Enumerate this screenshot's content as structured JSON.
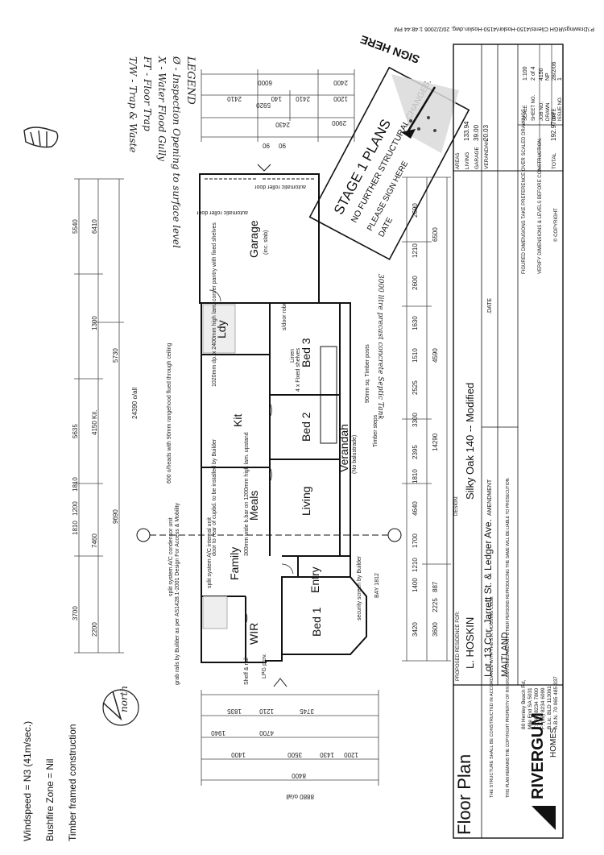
{
  "file_path_header": "P:\\Drawings\\RGH Clients\\4150-Hoskin\\4150-Hoskin.dwg, 20/2/2006 1:48:44 PM",
  "handwritten_legend": {
    "title": "LEGEND",
    "lines": [
      "Ø - Inspection Opening to surface level",
      "X - Water Flood Gully",
      "FT - Floor Trap",
      "T/W - Trap & Waste"
    ]
  },
  "site_notes": {
    "windspeed": "Windspeed = N3 (41m/sec.)",
    "bushfire": "Bushfire Zone = Nil",
    "construction": "Timber framed construction"
  },
  "stamp": {
    "title": "STAGE 1 PLANS",
    "line1": "NO FURTHER STRUCTURAL CHANGES.",
    "line2": "PLEASE SIGN HERE",
    "line3": "DATE",
    "sign_here": "SIGN HERE"
  },
  "rooms": {
    "garage": "Garage",
    "garage_sub": "(inc. slab)",
    "bed3": "Bed 3",
    "bed2": "Bed 2",
    "living": "Living",
    "verandah": "Verandah",
    "verandah_sub": "(No balustrade)",
    "meals": "Meals",
    "kit": "Kit",
    "family": "Family",
    "entry": "Entry",
    "bed1": "Bed 1",
    "wir": "WIR",
    "ldy": "Ldy",
    "linen": "Linen",
    "robe": "s/door robe",
    "north": "north"
  },
  "plan_notes": {
    "pantry": "1020mm dp. x 2400mm high lam. corner pantry with fixed shelves",
    "shelves": "4 x Fixed shelves",
    "rangehood": "600 o/heads with 90mm rangehood flued through ceiling",
    "door_cupbd": "door to rear of cupbd. to be installed by Builder",
    "meals_bar": "300mm wide b.bar on 1200mm high lam. upstand",
    "ac": "split system A/C condensor unit",
    "ac_internal": "split system A/C internal unit",
    "grab_rails": "grab rails by Builder as per AS1428.1-2001 Design For Access & Mobility",
    "shelf_rail": "Shelf & rail",
    "security": "security screen by Builder",
    "lpg": "LPG prov.",
    "timber_steps": "Timber steps",
    "bay": "BAY 1812",
    "roller_door1": "automatic roller door",
    "roller_door2": "automatic roller door",
    "tank": "3000 litre precast concrete Septic Tank",
    "o_all_1": "24390 o/all",
    "o_all_2": "8880 o/all",
    "sunken": "90mm sq. Timber posts"
  },
  "dimensions": {
    "top_row": [
      "6000",
      "5920",
      "2410",
      "140",
      "2410",
      "2400",
      "1200",
      "2900",
      "2430",
      "90",
      "90"
    ],
    "left_chain_1": [
      "3700",
      "1810",
      "1200",
      "1810",
      "5635",
      "5540"
    ],
    "left_chain_2": [
      "2200",
      "7460",
      "4150 Kit.",
      "1300",
      "6410"
    ],
    "left_chain_3": [
      "9690",
      "5730"
    ],
    "bottom_chain_1": [
      "3420",
      "1400",
      "1210",
      "1700",
      "4640",
      "1810",
      "2395",
      "3300",
      "2525",
      "1510",
      "1630",
      "2600",
      "1210",
      "2690"
    ],
    "bottom_chain_2": [
      "3600",
      "2225",
      "887",
      "14290",
      "4590",
      "6500"
    ],
    "bottom_left": [
      "1835",
      "1210",
      "3745",
      "4700",
      "1940",
      "1400",
      "3500",
      "1430",
      "1200",
      "8400"
    ]
  },
  "title_block": {
    "floor_plan": "Floor Plan",
    "company": "RIVERGUM",
    "company_sub": "HOMES",
    "address_line1": "80 Henley Beach Rd,",
    "address_line2": "Mile End SA 5031",
    "phone": "T: (08) 8234 7800",
    "fax": "F: (08) 8234 6099",
    "licence": "B.Lic. BLD 113061",
    "abn": "A.B.N. 70 065 485 337",
    "disclaimer_1": "THE STRUCTURE SHALL BE CONSTRUCTED IN ACCORDANCE WITH THE S.A. HOUSING CODE",
    "disclaimer_2": "THIS PLAN REMAINS THE COPYRIGHT PROPERTY OF RIVERGUM HOMES AND ANY OTHER PERSONS REPRODUCING THE SAME WILL BE LIABLE TO PROSECUTION.",
    "proposed_residence_label": "PROPOSED RESIDENCE FOR:",
    "client": "L. HOSKIN",
    "lot": "Lot. 13 Cnr. Jarrett St. & Ledger Ave.",
    "suburb": "MAITLAND",
    "design_label": "DESIGN:",
    "design": "Silky Oak 140  --  Modified",
    "amendment_label": "AMENDMENT",
    "date_label": ".DATE",
    "figured_1": "FIGURED DIMENSIONS TAKE PREFERENCE OVER SCALED DRAWINGS.",
    "figured_2": "VERIFY DIMENSIONS & LEVELS BEFORE CONSTRUCTION.",
    "copyright": "© COPYRIGHT",
    "areas_label": "AREAS",
    "areas": [
      {
        "name": "LIVING",
        "value": "133.94"
      },
      {
        "name": "GARAGE",
        "value": "39.00"
      },
      {
        "name": "VERANDAH",
        "value": "20.03"
      },
      {
        "name": "TOTAL",
        "value": "192.97 m²"
      }
    ],
    "scale_label": "SCALE",
    "scale": "1:100",
    "sheet_label": "SHEET NO.",
    "sheet": "2 of 4",
    "job_label": "JOB NO.",
    "job": "4150",
    "drawn_label": "DRAWN",
    "drawn": "NP",
    "date_label2": "DATE",
    "date": "28/2/06",
    "issue_label": "ISSUE NO.",
    "issue": "1"
  }
}
